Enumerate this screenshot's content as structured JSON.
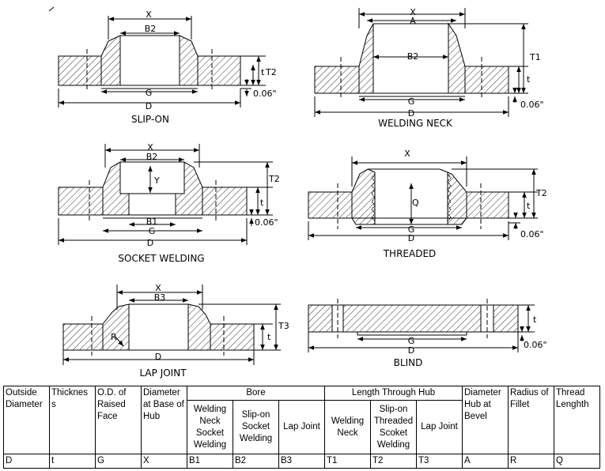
{
  "views": {
    "slip_on": {
      "caption": "SLIP-ON",
      "labels": {
        "x": "X",
        "b2": "B2",
        "g": "G",
        "d": "D",
        "t": "t",
        "t2": "T2",
        "rf": "0.06\""
      }
    },
    "welding_neck": {
      "caption": "WELDING NECK",
      "labels": {
        "x": "X",
        "a": "A",
        "b2": "B2",
        "g": "G",
        "d": "D",
        "t": "t",
        "t1": "T1",
        "rf": "0.06\""
      }
    },
    "socket_welding": {
      "caption": "SOCKET WELDING",
      "labels": {
        "x": "X",
        "b2": "B2",
        "y": "Y",
        "b1": "B1",
        "g": "G",
        "d": "D",
        "t": "t",
        "t2": "T2",
        "rf": "0.06\""
      }
    },
    "threaded": {
      "caption": "THREADED",
      "labels": {
        "x": "X",
        "q": "Q",
        "g": "G",
        "d": "D",
        "t": "t",
        "t2": "T2",
        "rf": "0.06\""
      }
    },
    "lap_joint": {
      "caption": "LAP JOINT",
      "labels": {
        "x": "X",
        "b3": "B3",
        "r": "R",
        "d": "D",
        "t": "t",
        "t3": "T3"
      }
    },
    "blind": {
      "caption": "BLIND",
      "labels": {
        "g": "G",
        "d": "D",
        "t": "t",
        "rf": "0.06\""
      }
    }
  },
  "legend": {
    "outside_diameter": "Outside Diameter",
    "thickness": "Thicknes s",
    "od_raised_face": "O.D. of Raised Face",
    "diameter_hub_base": "Diameter at Base of Hub",
    "bore": "Bore",
    "bore_welding_neck_socket": "Welding Neck Socket Welding",
    "bore_slip_on_socket": "Slip-on Socket Welding",
    "bore_lap_joint": "Lap Joint",
    "length_through_hub": "Length Through Hub",
    "lth_welding_neck": "Welding Neck",
    "lth_slip_on_threaded_socket": "Slip-on Threaded Scoket Welding",
    "lth_lap_joint": "Lap Joint",
    "diameter_hub_bevel": "Diameter Hub at Bevel",
    "radius_fillet": "Radius of Fillet",
    "thread_length": "Thread Lenghth",
    "symbols": {
      "outside_diameter": "D",
      "thickness": "t",
      "od_raised_face": "G",
      "diameter_hub_base": "X",
      "bore_1": "B1",
      "bore_2": "B2",
      "bore_3": "B3",
      "lth_1": "T1",
      "lth_2": "T2",
      "lth_3": "T3",
      "hub_bevel": "A",
      "fillet": "R",
      "thread": "Q"
    }
  }
}
